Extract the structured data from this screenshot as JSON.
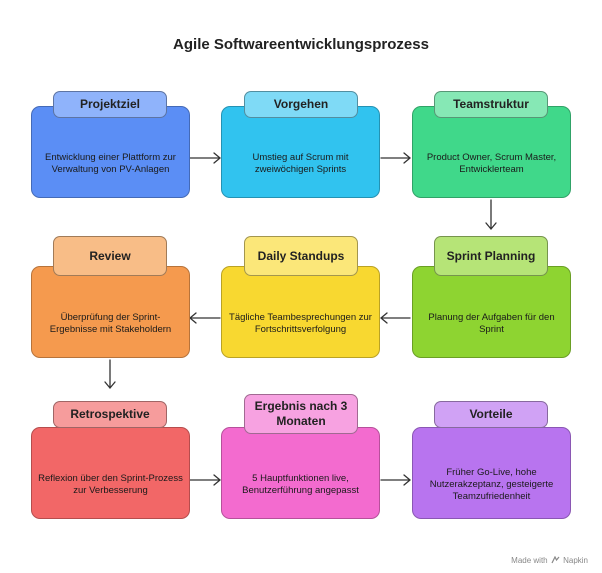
{
  "title": "Agile Softwareentwicklungsprozess",
  "steps": [
    {
      "title": "Projektziel",
      "body": "Entwicklung einer Plattform zur Verwaltung von PV-Anlagen",
      "card_color": "#5b8ef5",
      "tab_color": "#8fb3fb"
    },
    {
      "title": "Vorgehen",
      "body": "Umstieg auf Scrum mit zweiwöchigen Sprints",
      "card_color": "#31c3ef",
      "tab_color": "#7fdaf6"
    },
    {
      "title": "Teamstruktur",
      "body": "Product Owner, Scrum Master, Entwicklerteam",
      "card_color": "#40d88a",
      "tab_color": "#86e8b5"
    },
    {
      "title": "Review",
      "body": "Überprüfung der Sprint-Ergebnisse mit Stakeholdern",
      "card_color": "#f59a4e",
      "tab_color": "#f8bd87"
    },
    {
      "title": "Daily Standups",
      "body": "Tägliche Teambesprechungen zur Fortschrittsverfolgung",
      "card_color": "#f8d830",
      "tab_color": "#fbe779"
    },
    {
      "title": "Sprint Planning",
      "body": "Planung der Aufgaben für den Sprint",
      "card_color": "#8ed431",
      "tab_color": "#b6e477"
    },
    {
      "title": "Retrospektive",
      "body": "Reflexion über den Sprint-Prozess zur Verbesserung",
      "card_color": "#f26767",
      "tab_color": "#f69c9c"
    },
    {
      "title": "Ergebnis nach 3 Monaten",
      "body": "5 Hauptfunktionen live, Benutzerführung angepasst",
      "card_color": "#f36bcf",
      "tab_color": "#f7a2e1"
    },
    {
      "title": "Vorteile",
      "body": "Früher Go-Live, hohe Nutzerakzeptanz, gesteigerte Teamzufriedenheit",
      "card_color": "#b874ef",
      "tab_color": "#d0a2f5"
    }
  ],
  "footer": {
    "made_with": "Made with",
    "brand": "Napkin",
    "logo_icon": "napkin-logo-icon"
  }
}
